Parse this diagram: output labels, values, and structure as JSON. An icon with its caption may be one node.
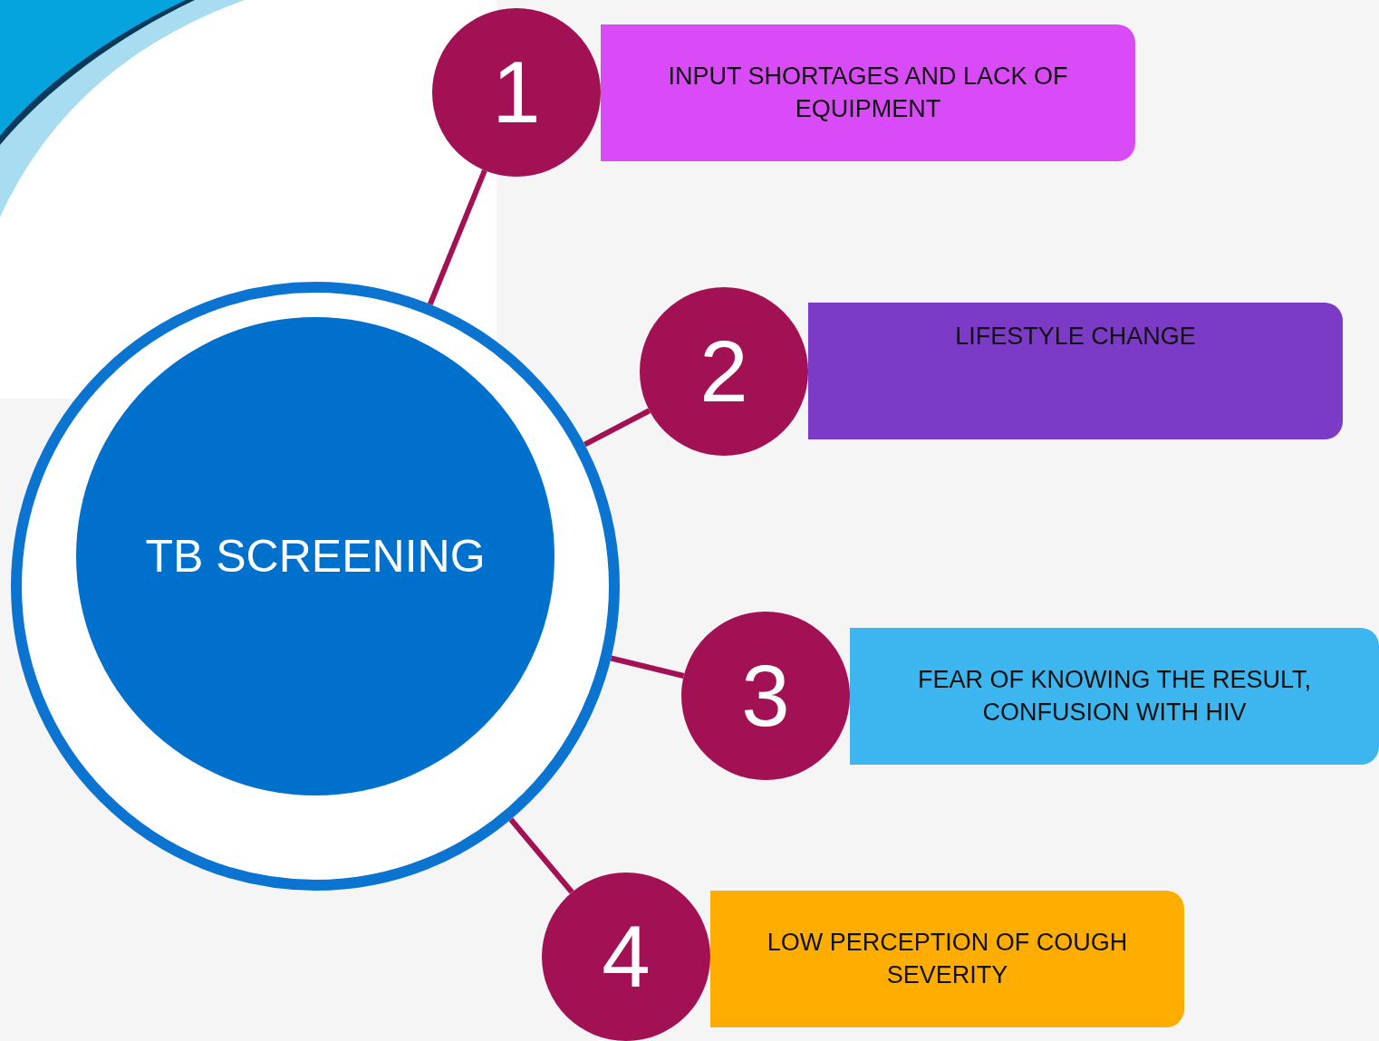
{
  "diagram": {
    "nodes": [
      {
        "text": [
          "TB SCREENING"
        ]
      },
      {
        "text": [
          "1"
        ]
      },
      {
        "text": [
          "INPUT SHORTAGES AND LACK OF EQUIPMENT"
        ]
      },
      {
        "text": [
          "2"
        ]
      },
      {
        "text": [
          "LIFESTYLE CHANGE"
        ]
      },
      {
        "text": [
          "3"
        ]
      },
      {
        "text": [
          "FEAR OF KNOWING THE RESULT, CONFUSION WITH HIV"
        ]
      },
      {
        "text": [
          "4"
        ]
      },
      {
        "text": [
          "LOW PERCEPTION OF COUGH SEVERITY"
        ]
      }
    ],
    "edges": [
      {
        "from": 0,
        "to": 1,
        "arrow": "none"
      },
      {
        "from": 0,
        "to": 3,
        "arrow": "none"
      },
      {
        "from": 0,
        "to": 5,
        "arrow": "none"
      },
      {
        "from": 0,
        "to": 7,
        "arrow": "none"
      }
    ]
  }
}
